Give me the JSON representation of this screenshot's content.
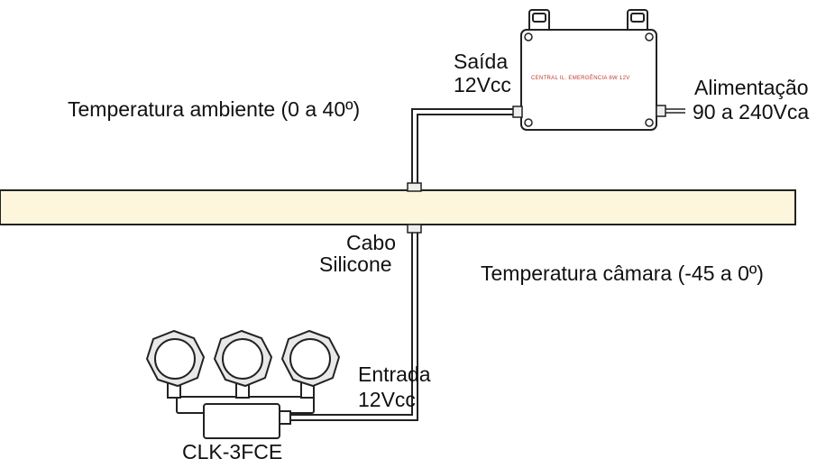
{
  "labels": {
    "saida_line1": "Saída",
    "saida_line2": "12Vcc",
    "central_device": "CENTRAL IL. EMERGÊNCIA 6W 12V",
    "alimentacao_line1": "Alimentação",
    "alimentacao_line2": "90 a 240Vca",
    "temp_ambiente": "Temperatura ambiente (0 a 40º)",
    "cabo_line1": "Cabo",
    "cabo_line2": "Silicone",
    "temp_camara": "Temperatura câmara (-45 a 0º)",
    "entrada_line1": "Entrada",
    "entrada_line2": "12Vcc",
    "model": "CLK-3FCE"
  },
  "colors": {
    "wall_fill": "#fdf6dc",
    "line": "#222222",
    "device_text": "#c0392b"
  }
}
